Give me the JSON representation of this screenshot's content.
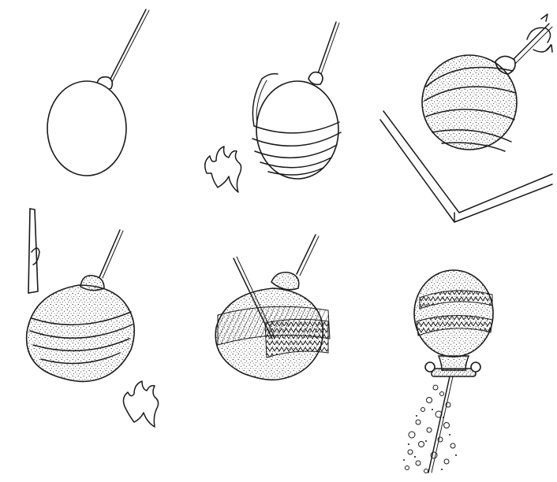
{
  "figure": {
    "panels": [
      {
        "id": "step-1",
        "stage": "gather-glass-on-rod",
        "texture": "plain"
      },
      {
        "id": "step-2",
        "stage": "trail-glass-threads-over-core",
        "texture": "plain-with-trails",
        "has_flame": true
      },
      {
        "id": "step-3",
        "stage": "marver-rotate-on-slab",
        "texture": "stippled",
        "has_rotation_arrow": true
      },
      {
        "id": "step-4",
        "stage": "apply-trails-with-tool",
        "texture": "stippled",
        "has_flame": true
      },
      {
        "id": "step-5",
        "stage": "comb-trails-with-pick",
        "texture": "stippled-zigzag"
      },
      {
        "id": "step-6",
        "stage": "remove-core-from-finished-vessel",
        "texture": "stippled-zigzag",
        "has_debris": true
      }
    ],
    "colors": {
      "ink": "#1a1a1a",
      "paper": "#ffffff"
    }
  }
}
